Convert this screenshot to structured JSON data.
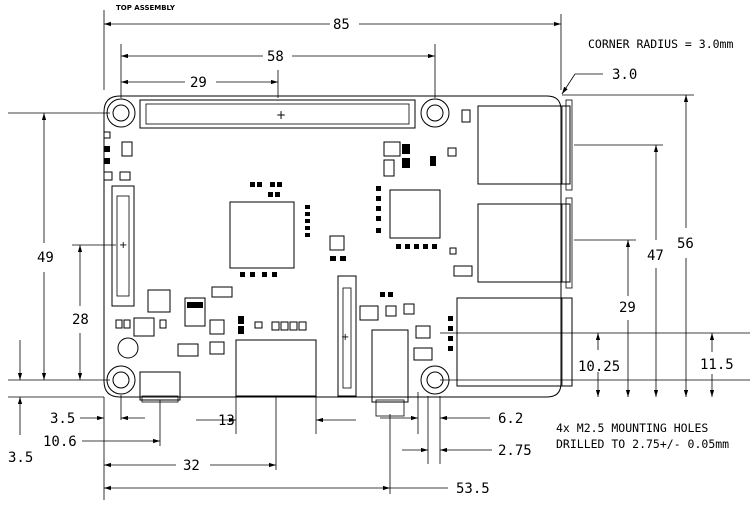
{
  "header": {
    "title": "TOP ASSEMBLY"
  },
  "dimensions": {
    "overall_width": "85",
    "hole_spacing_x": "58",
    "header_center": "29",
    "corner_label": "3.0",
    "hole_spacing_y": "49",
    "hdmi_y": "28",
    "usb_top_y": "56",
    "usb_mid_y": "47",
    "usb_low_y": "29",
    "eth_y1": "10.25",
    "eth_y2": "11.5",
    "edge_x": "3.5",
    "power_x": "10.6",
    "edge_y": "3.5",
    "hdmi_width": "13",
    "hdmi_center": "32",
    "audio_width": "6.2",
    "audio_offset": "2.75",
    "audio_center": "53.5"
  },
  "notes": {
    "corner_radius": "CORNER RADIUS = 3.0mm",
    "mounting_line1": "4x M2.5 MOUNTING HOLES",
    "mounting_line2": "DRILLED TO 2.75+/- 0.05mm"
  }
}
